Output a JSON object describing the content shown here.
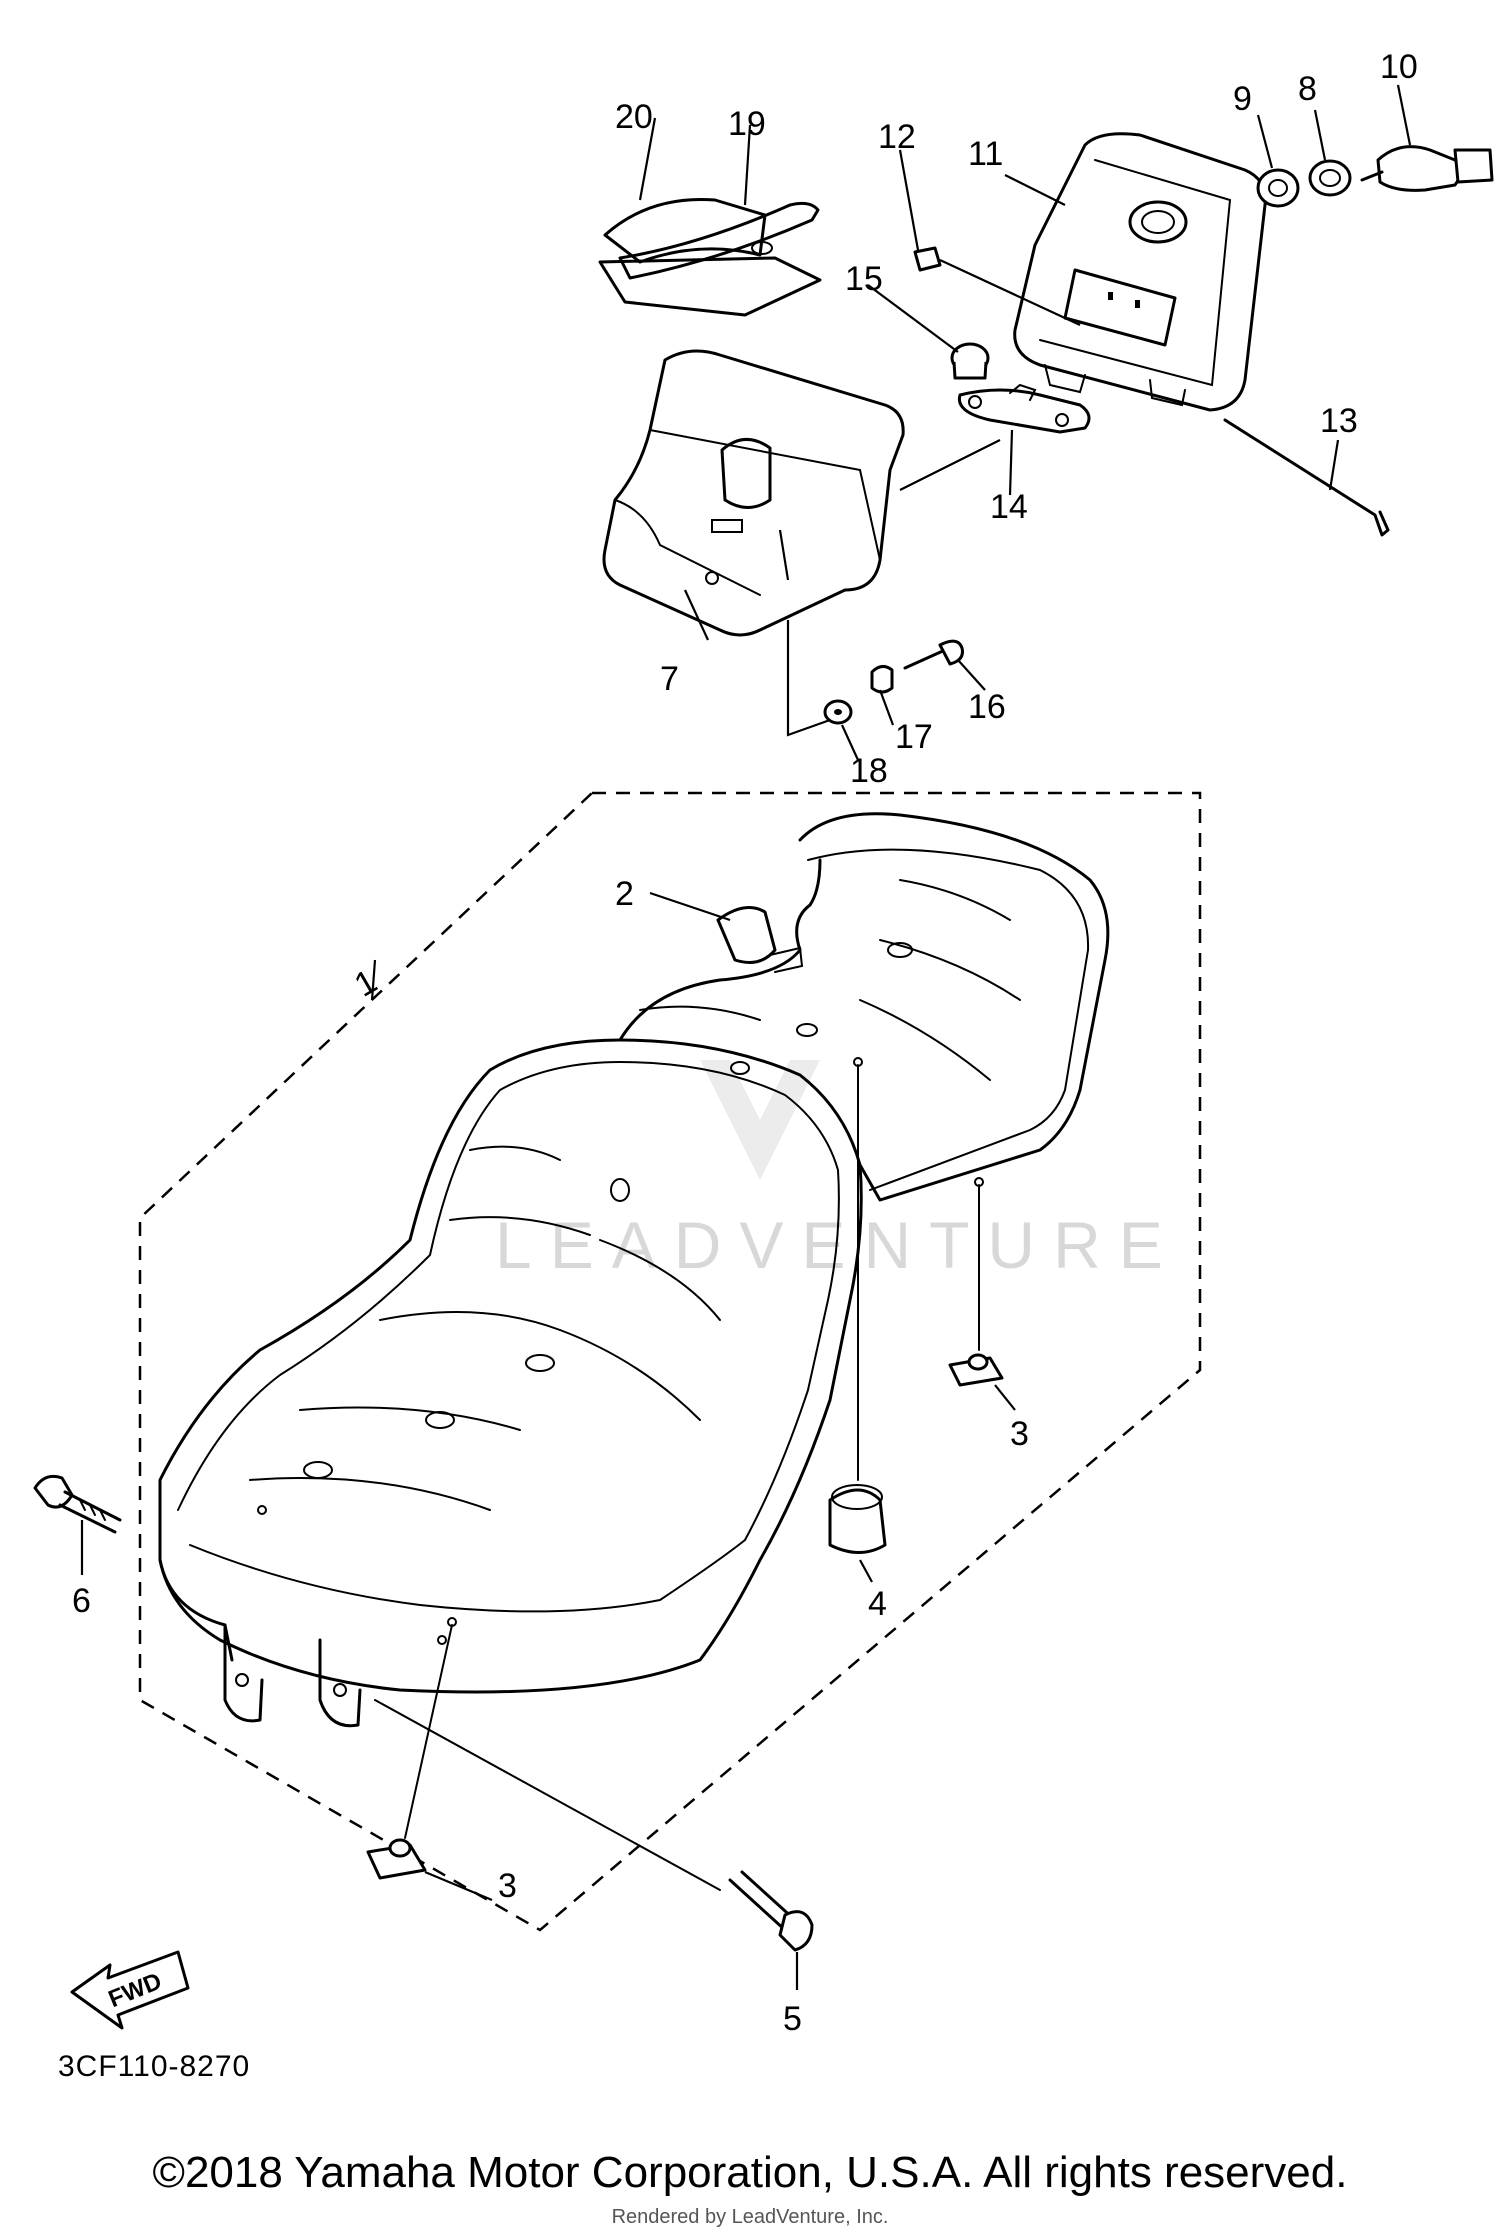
{
  "diagram": {
    "code": "3CF110-8270",
    "front_arrow_label": "FWD",
    "watermark": "LEADVENTURE",
    "copyright": "©2018 Yamaha Motor Corporation, U.S.A. All rights reserved.",
    "rendered_by": "Rendered by LeadVenture, Inc.",
    "callouts": [
      "1",
      "2",
      "3",
      "3",
      "4",
      "5",
      "6",
      "7",
      "8",
      "9",
      "10",
      "11",
      "12",
      "13",
      "14",
      "15",
      "16",
      "17",
      "18",
      "19",
      "20"
    ]
  }
}
